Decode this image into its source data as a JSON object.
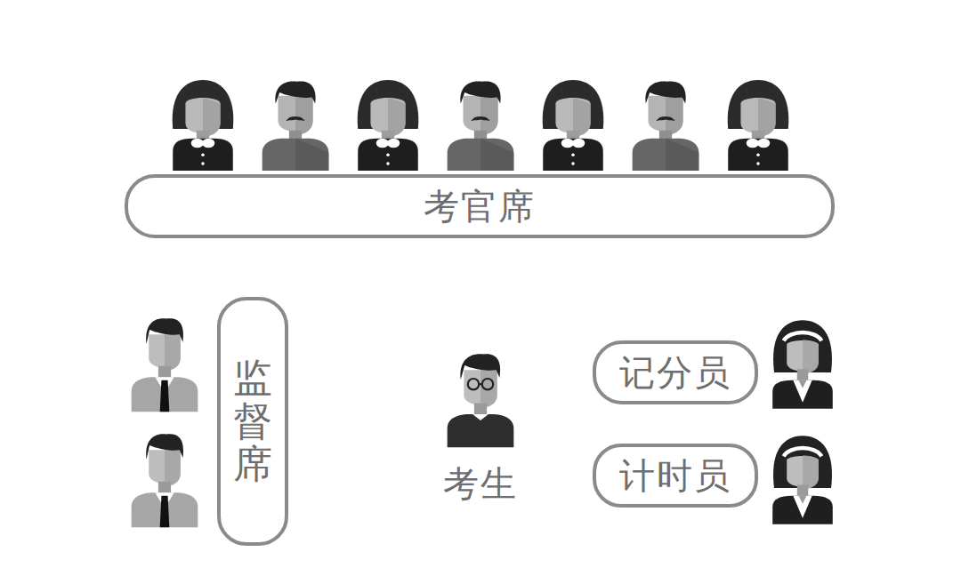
{
  "diagram": {
    "nodes": [
      {
        "text": [
          "考官席"
        ]
      },
      {
        "text": [
          "监督席"
        ]
      },
      {
        "text": [
          "记分员"
        ]
      },
      {
        "text": [
          "计时员"
        ]
      }
    ],
    "labels": [
      "考生"
    ]
  }
}
